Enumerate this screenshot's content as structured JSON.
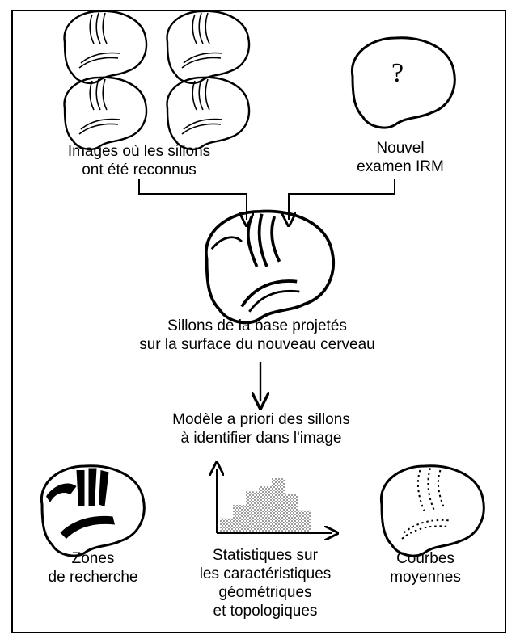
{
  "colors": {
    "ink": "#000000",
    "paper": "#ffffff",
    "stipple": "#8a8a8a"
  },
  "labels": {
    "recognized_images": [
      "Images où les sillons",
      "ont été reconnus"
    ],
    "new_exam": [
      "Nouvel",
      "examen IRM"
    ],
    "unknown_mark": "?",
    "projected": [
      "Sillons de la base projetés",
      "sur la surface du nouveau cerveau"
    ],
    "model": [
      "Modèle a priori des sillons",
      "à identifier dans l'image"
    ],
    "search_zones": [
      "Zones",
      "de recherche"
    ],
    "statistics": [
      "Statistiques sur",
      "les caractéristiques",
      "géométriques",
      "et topologiques"
    ],
    "mean_curves": [
      "Courbes",
      "moyennes"
    ]
  },
  "histogram": {
    "bar_heights_rel": [
      0.25,
      0.5,
      0.75,
      0.85,
      1.0,
      0.7,
      0.4
    ]
  }
}
